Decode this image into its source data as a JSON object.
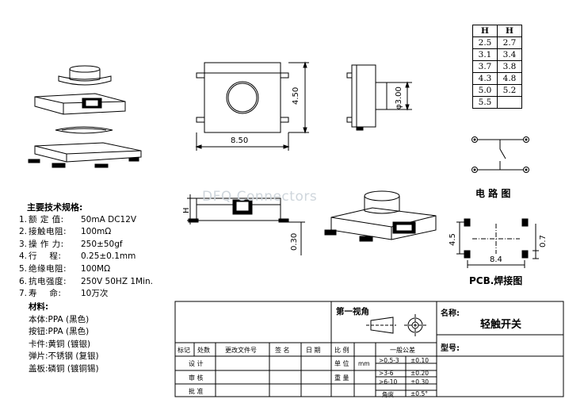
{
  "watermark": "DFQ Connectors",
  "h_table": {
    "headers": [
      "H",
      "H"
    ],
    "rows": [
      [
        "2.5",
        "2.7"
      ],
      [
        "3.1",
        "3.4"
      ],
      [
        "3.7",
        "3.8"
      ],
      [
        "4.3",
        "4.8"
      ],
      [
        "5.0",
        "5.2"
      ],
      [
        "5.5",
        ""
      ]
    ]
  },
  "dimensions": {
    "width_850": "8.50",
    "height_450": "4.50",
    "dia_300": "φ3.00",
    "h_label": "H",
    "d030": "0.30",
    "pcb_45": "4.5",
    "pcb_84": "8.4",
    "pcb_07": "0.7"
  },
  "labels": {
    "circuit": "电 路 图",
    "pcb": "PCB.焊接图"
  },
  "specs": {
    "title": "主要技术规格:",
    "items": [
      {
        "num": "1.",
        "label": "额 定 值:",
        "value": "50mA DC12V"
      },
      {
        "num": "2.",
        "label": "接触电阻:",
        "value": "100mΩ"
      },
      {
        "num": "3.",
        "label": "操 作 力:",
        "value": "250±50gf"
      },
      {
        "num": "4.",
        "label": "行    程:",
        "value": "0.25±0.1mm"
      },
      {
        "num": "5.",
        "label": "绝缘电阻:",
        "value": "100MΩ"
      },
      {
        "num": "6.",
        "label": "抗电强度:",
        "value": "250V 50HZ 1Min."
      },
      {
        "num": "7.",
        "label": "寿    命:",
        "value": "10万次"
      }
    ]
  },
  "materials": {
    "title": "材料:",
    "items": [
      "本体:PPA (黑色)",
      "按钮:PPA (黑色)",
      "卡件:黄铜 (镀银)",
      "弹片:不锈钢 (复银)",
      "盖板:磷铜 (镀铜锡)"
    ]
  },
  "title_block": {
    "headers": [
      "标记",
      "处数",
      "更改文件号",
      "签 名",
      "日 期"
    ],
    "design": "设 计",
    "review": "审 核",
    "approve": "批 准",
    "projection": "第一视角",
    "scale": "比 例",
    "unit": "单 位",
    "unit_val": "mm",
    "weight": "重 量",
    "tolerance": "一般公差",
    "tol_rows": [
      {
        "range": ">0.5-3",
        "tol": "±0.10"
      },
      {
        "range": ">3-6",
        "tol": "±0.20"
      },
      {
        "range": ">6-10",
        "tol": "±0.30"
      },
      {
        "range": "角度",
        "tol": "±0.5°"
      }
    ],
    "name_label": "名称:",
    "name_value": "轻触开关",
    "model_label": "型号:"
  }
}
